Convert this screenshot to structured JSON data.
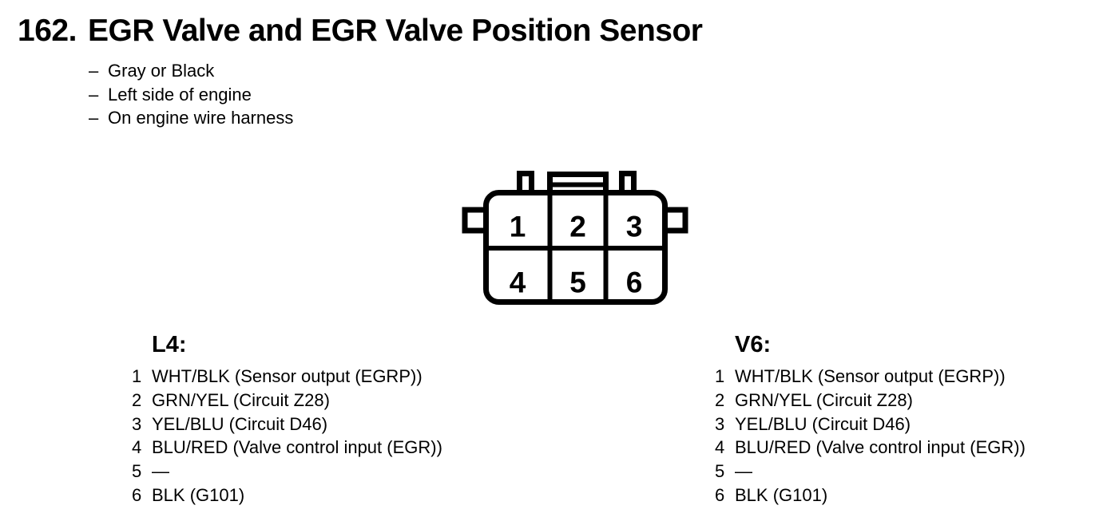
{
  "header": {
    "item_number": "162.",
    "title": "EGR Valve and EGR Valve Position Sensor"
  },
  "bullet_marker": "–",
  "bullets": [
    "Gray or Black",
    "Left side of engine",
    "On engine wire harness"
  ],
  "connector": {
    "pins": [
      "1",
      "2",
      "3",
      "4",
      "5",
      "6"
    ]
  },
  "pinouts": [
    {
      "heading": "L4:",
      "rows": [
        {
          "pin": "1",
          "desc": "WHT/BLK (Sensor output (EGRP))"
        },
        {
          "pin": "2",
          "desc": "GRN/YEL (Circuit Z28)"
        },
        {
          "pin": "3",
          "desc": "YEL/BLU (Circuit D46)"
        },
        {
          "pin": "4",
          "desc": "BLU/RED (Valve control input (EGR))"
        },
        {
          "pin": "5",
          "desc": "—"
        },
        {
          "pin": "6",
          "desc": "BLK (G101)"
        }
      ]
    },
    {
      "heading": "V6:",
      "rows": [
        {
          "pin": "1",
          "desc": "WHT/BLK (Sensor output (EGRP))"
        },
        {
          "pin": "2",
          "desc": "GRN/YEL (Circuit Z28)"
        },
        {
          "pin": "3",
          "desc": "YEL/BLU (Circuit D46)"
        },
        {
          "pin": "4",
          "desc": "BLU/RED (Valve control input (EGR))"
        },
        {
          "pin": "5",
          "desc": "—"
        },
        {
          "pin": "6",
          "desc": "BLK (G101)"
        }
      ]
    }
  ],
  "colors": {
    "ink": "#000000",
    "background": "#ffffff"
  }
}
